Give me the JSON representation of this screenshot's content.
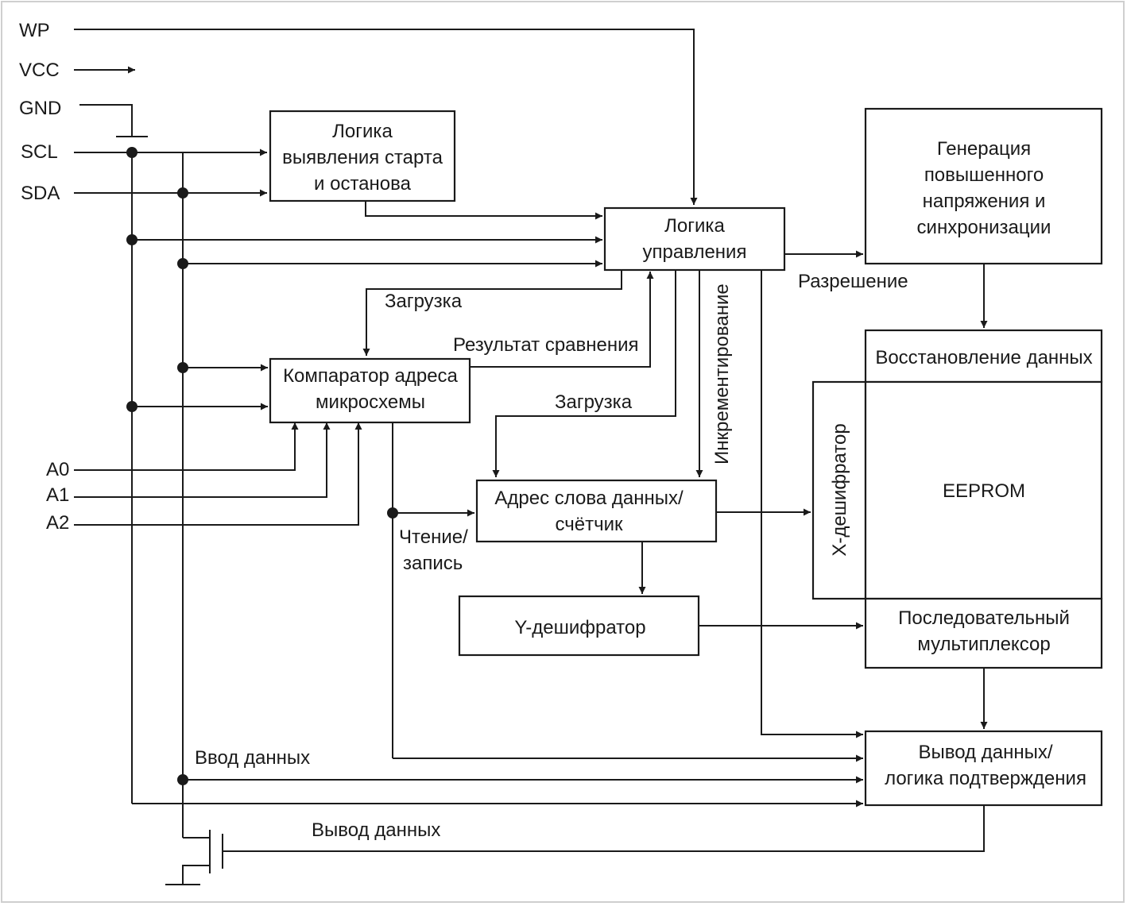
{
  "pins": {
    "wp": "WP",
    "vcc": "VCC",
    "gnd": "GND",
    "scl": "SCL",
    "sda": "SDA",
    "a0": "A0",
    "a1": "A1",
    "a2": "A2"
  },
  "blocks": {
    "start_stop": [
      "Логика",
      "выявления старта",
      "и останова"
    ],
    "control": [
      "Логика",
      "управления"
    ],
    "hv_gen": [
      "Генерация",
      "повышенного",
      "напряжения и",
      "синхронизации"
    ],
    "comparator": [
      "Компаратор адреса",
      "микросхемы"
    ],
    "data_recovery": "Восстановление данных",
    "x_decoder": "X-дешифратор",
    "eeprom": "EEPROM",
    "addr_counter": [
      "Адрес слова данных/",
      "счётчик"
    ],
    "y_decoder": "Y-дешифратор",
    "serial_mux": [
      "Последовательный",
      "мультиплексор"
    ],
    "data_out_logic": [
      "Вывод данных/",
      "логика подтверждения"
    ]
  },
  "signals": {
    "load_1": "Загрузка",
    "compare_result": "Результат сравнения",
    "load_2": "Загрузка",
    "increment": "Инкрементирование",
    "enable": "Разрешение",
    "read_write": [
      "Чтение/",
      "запись"
    ],
    "data_in": "Ввод данных",
    "data_out": "Вывод данных"
  }
}
